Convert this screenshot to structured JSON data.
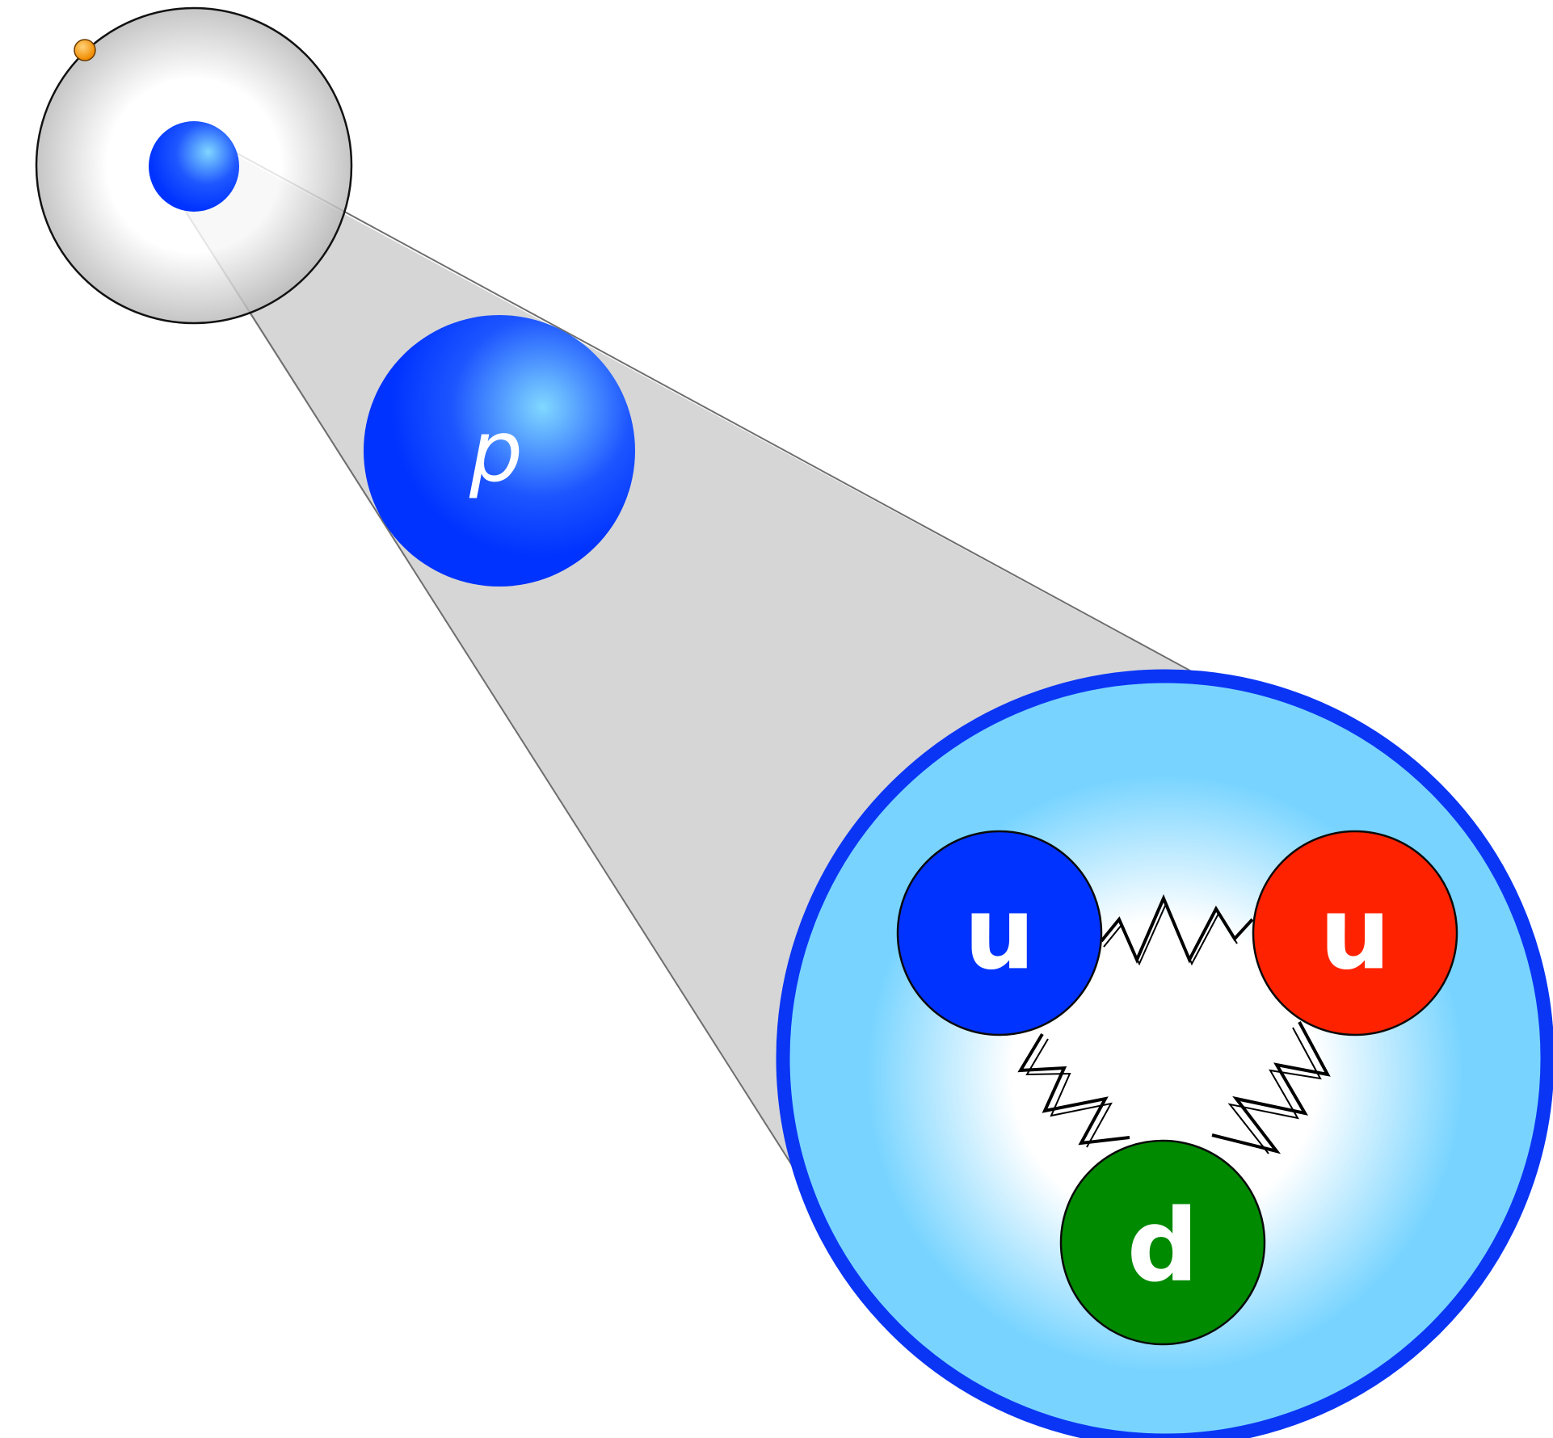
{
  "labels": {
    "proton": "p",
    "quark_up_1": "u",
    "quark_up_2": "u",
    "quark_down": "d"
  },
  "colors": {
    "background": "#ffffff",
    "zoom_cone": "#d6d6d6",
    "cone_edge": "#6e6e6e",
    "atom_cloud_inner": "#ffffff",
    "atom_cloud_outer": "#b8b8b8",
    "electron": "#f5a21b",
    "proton_blue": "#0033ff",
    "proton_highlight": "#7fd3ff",
    "proton_shell_fill": "#78d4ff",
    "proton_shell_border": "#0a35f5",
    "quark_blue": "#0033ff",
    "quark_red": "#ff2200",
    "quark_green": "#008a00",
    "gluon_line": "#000000"
  },
  "icons": {
    "electron": "small-orange-sphere",
    "nucleus": "blue-sphere",
    "gluon": "zigzag-spring"
  }
}
